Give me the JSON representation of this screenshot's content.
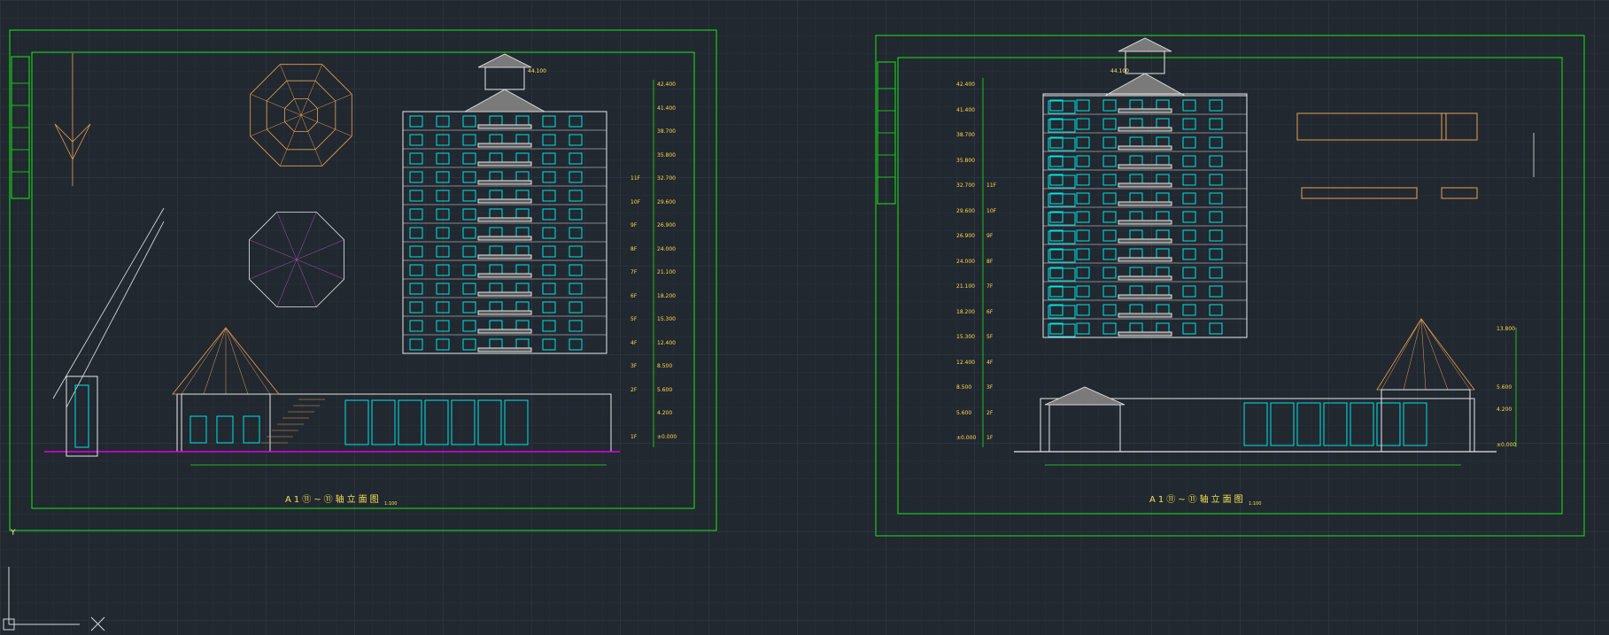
{
  "left_sheet": {
    "title": "A1⑪~⑪轴立面图",
    "scale": "1:100",
    "top_level": "44.100",
    "levels": [
      {
        "elev": "42.400",
        "floor": ""
      },
      {
        "elev": "41.400",
        "floor": ""
      },
      {
        "elev": "38.700",
        "floor": ""
      },
      {
        "elev": "35.800",
        "floor": ""
      },
      {
        "elev": "32.700",
        "floor": "11F"
      },
      {
        "elev": "29.600",
        "floor": "10F"
      },
      {
        "elev": "26.900",
        "floor": "9F"
      },
      {
        "elev": "24.000",
        "floor": "8F"
      },
      {
        "elev": "21.100",
        "floor": "7F"
      },
      {
        "elev": "18.200",
        "floor": "6F"
      },
      {
        "elev": "15.300",
        "floor": "5F"
      },
      {
        "elev": "12.400",
        "floor": "4F"
      },
      {
        "elev": "8.500",
        "floor": "3F"
      },
      {
        "elev": "5.600",
        "floor": "2F"
      },
      {
        "elev": "4.200",
        "floor": ""
      },
      {
        "elev": "±0.000",
        "floor": "1F"
      }
    ]
  },
  "right_sheet": {
    "title": "A1⑪~⑪轴立面图",
    "scale": "1:100",
    "top_level": "44.100",
    "levels": [
      {
        "elev": "42.400",
        "floor": ""
      },
      {
        "elev": "41.400",
        "floor": ""
      },
      {
        "elev": "38.700",
        "floor": ""
      },
      {
        "elev": "35.800",
        "floor": ""
      },
      {
        "elev": "32.700",
        "floor": "11F"
      },
      {
        "elev": "29.600",
        "floor": "10F"
      },
      {
        "elev": "26.900",
        "floor": "9F"
      },
      {
        "elev": "24.000",
        "floor": "8F"
      },
      {
        "elev": "21.100",
        "floor": "7F"
      },
      {
        "elev": "18.200",
        "floor": "6F"
      },
      {
        "elev": "15.300",
        "floor": "5F"
      },
      {
        "elev": "12.400",
        "floor": "4F"
      },
      {
        "elev": "8.500",
        "floor": "3F"
      },
      {
        "elev": "5.600",
        "floor": "2F"
      },
      {
        "elev": "±0.000",
        "floor": "1F"
      }
    ],
    "right_levels": [
      "13.800",
      "5.600",
      "4.200",
      "±0.000"
    ]
  },
  "colors": {
    "background": "#212830",
    "frame": "#19e619",
    "building": "#e8e8e8",
    "window": "#00e5e5",
    "roof": "#e8a050",
    "text": "#f0e050",
    "dim_green": "#19e619"
  },
  "ucs_icon": {
    "label": "Y"
  }
}
